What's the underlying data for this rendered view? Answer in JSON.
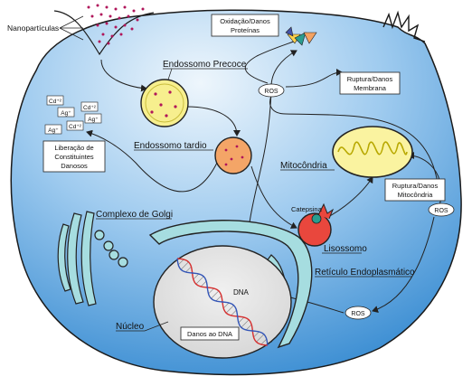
{
  "labels": {
    "nanoparticulas": "Nanopartículas",
    "oxidacao_1": "Oxidação/Danos",
    "oxidacao_2": "Proteínas",
    "endossomo_precoce": "Endossomo Precoce",
    "ruptura_membrana_1": "Ruptura/Danos",
    "ruptura_membrana_2": "Membrana",
    "ros_top": "ROS",
    "ion_cd1": "Cd⁺²",
    "ion_cd2": "Cd⁺²",
    "ion_cd3": "Cd⁺²",
    "ion_ag1": "Ag⁺",
    "ion_ag2": "Ag⁺",
    "ion_ag3": "Ag⁺",
    "liberacao_1": "Liberação de",
    "liberacao_2": "Constituintes",
    "liberacao_3": "Danosos",
    "endossomo_tardio": "Endossomo tardio",
    "mitocondria": "Mitocôndria",
    "ruptura_mito_1": "Ruptura/Danos",
    "ruptura_mito_2": "Mitocôndria",
    "ros_right": "ROS",
    "complexo_golgi": "Complexo de Golgi",
    "catepsina": "Catepsina",
    "lisossomo": "Lisossomo",
    "reticulo": "Retículo Endoplasmático",
    "dna": "DNA",
    "ros_bottom": "ROS",
    "nucleo": "Núcleo",
    "danos_dna": "Danos ao DNA"
  },
  "colors": {
    "cell_light": "#eaf4fb",
    "cell_dark": "#2f86cf",
    "nanoparticle": "#b0155a",
    "endosome_early": "#f7ef8e",
    "endosome_late": "#f4a567",
    "mitochondria": "#faf3a0",
    "lysosome": "#e9473d",
    "er_golgi": "#a6dde0",
    "nucleus": "#e6e6e6",
    "dna_red": "#d62f2f",
    "dna_blue": "#3456b7"
  }
}
